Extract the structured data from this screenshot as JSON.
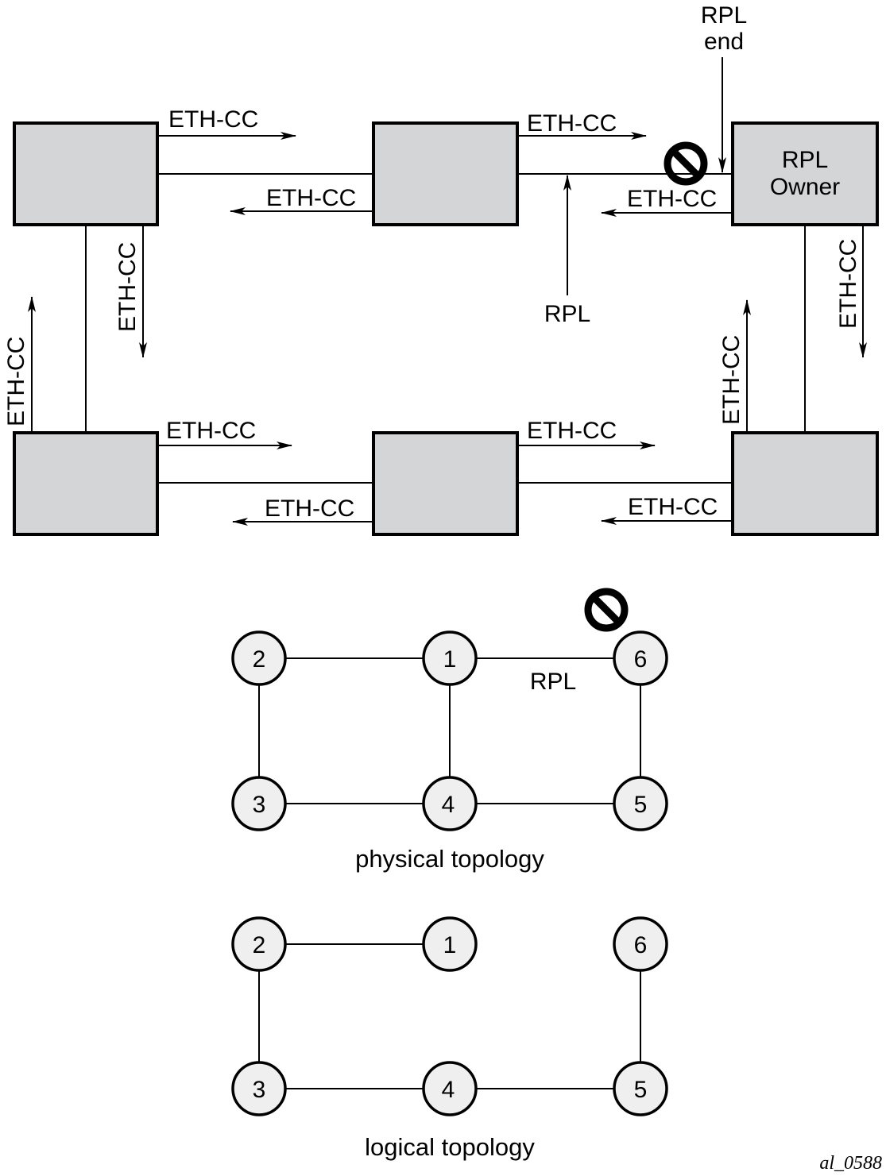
{
  "ring": {
    "message_label": "ETH-CC",
    "rpl_label": "RPL",
    "rpl_end_line1": "RPL",
    "rpl_end_line2": "end",
    "owner_line1": "RPL",
    "owner_line2": "Owner"
  },
  "physical": {
    "nodes": [
      "1",
      "2",
      "3",
      "4",
      "5",
      "6"
    ],
    "rpl_label": "RPL",
    "caption": "physical topology"
  },
  "logical": {
    "nodes": [
      "1",
      "2",
      "3",
      "4",
      "5",
      "6"
    ],
    "caption": "logical topology"
  },
  "figure_id": "al_0588",
  "icons": {
    "blocked_port": "blocked-port-icon",
    "arrowhead": "arrowhead-icon"
  },
  "colors": {
    "switch_fill": "#d4d5d7",
    "node_fill": "#efefef",
    "stroke": "#000000"
  }
}
